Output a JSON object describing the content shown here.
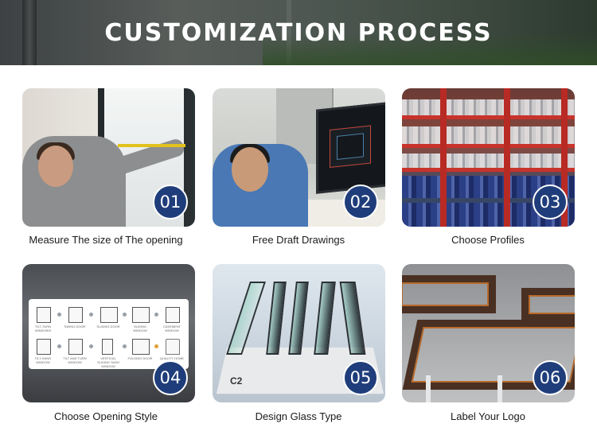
{
  "banner": {
    "title": "CUSTOMIZATION PROCESS"
  },
  "steps": [
    {
      "number": "01",
      "caption": "Measure The size of The opening"
    },
    {
      "number": "02",
      "caption": "Free Draft Drawings"
    },
    {
      "number": "03",
      "caption": "Choose Profiles"
    },
    {
      "number": "04",
      "caption": "Choose Opening Style"
    },
    {
      "number": "05",
      "caption": "Design Glass Type"
    },
    {
      "number": "06",
      "caption": "Label Your Logo"
    }
  ],
  "opening_chart": {
    "labels": [
      "TILT-TURN WINDOWS",
      "SWING DOOR",
      "SLIDING DOOR",
      "SLIDING WINDOW",
      "CASEMENT WINDOW",
      "TILT-HUNG WINDOW",
      "TILT AND TURN WINDOW",
      "VERTICAL SLIDING SASH WINDOW",
      "FOLDING DOOR",
      "QUALITY HOME"
    ]
  },
  "glass_sample": {
    "logo": "C2"
  },
  "colors": {
    "badge": "#1f3d7a",
    "caption_text": "#1a1a1a",
    "background": "#ffffff"
  }
}
